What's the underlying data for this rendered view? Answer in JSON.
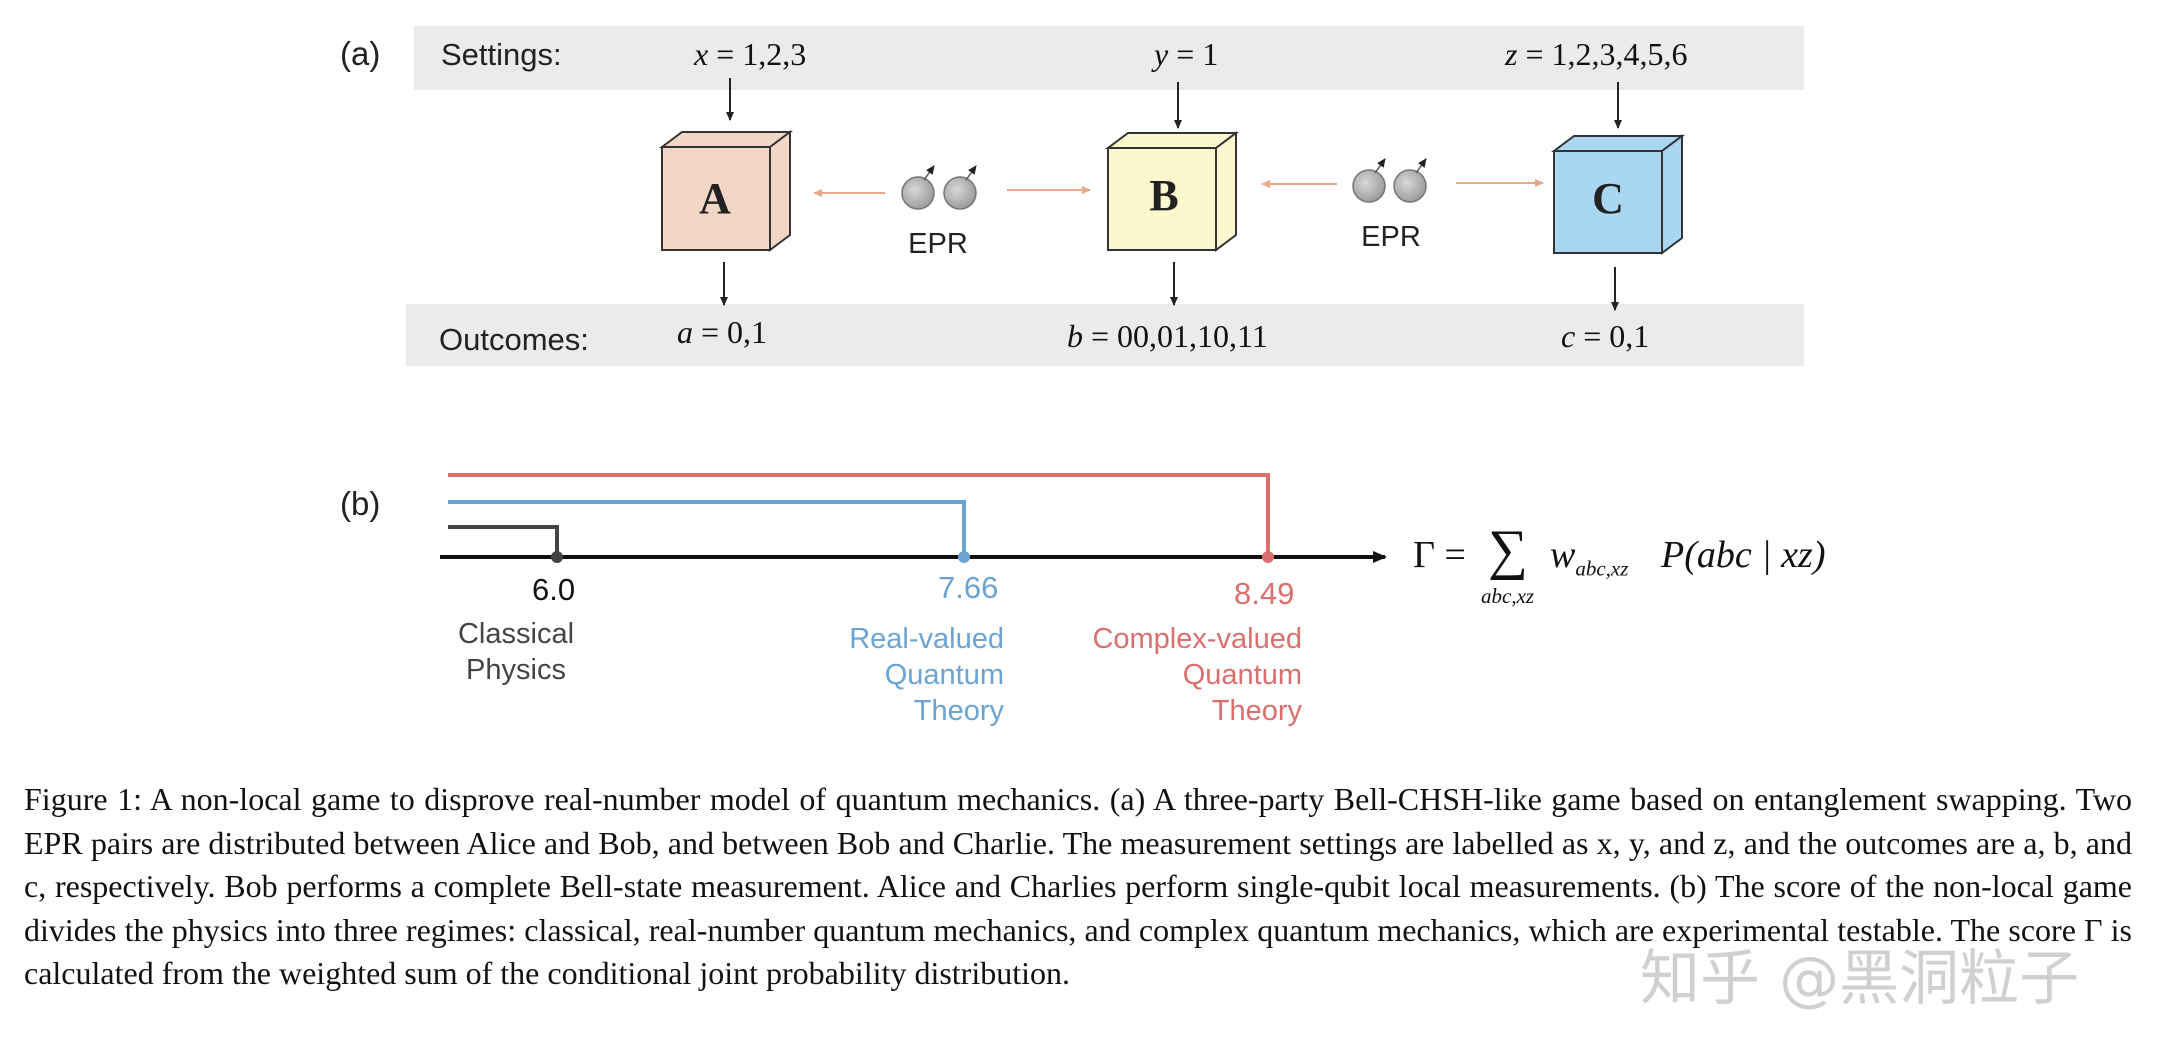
{
  "panel_a": {
    "label": "(a)",
    "settings_label": "Settings:",
    "outcomes_label": "Outcomes:",
    "setting_x": {
      "var": "x",
      "rest": " = 1,2,3"
    },
    "setting_y": {
      "var": "y",
      "rest": " = 1"
    },
    "setting_z": {
      "var": "z",
      "rest": " = 1,2,3,4,5,6"
    },
    "outcome_a": {
      "var": "a",
      "rest": " = 0,1"
    },
    "outcome_b": {
      "var": "b",
      "rest": " = 00,01,10,11"
    },
    "outcome_c": {
      "var": "c",
      "rest": " = 0,1"
    },
    "box_a": {
      "letter": "A",
      "color": "#f3d7c6"
    },
    "box_b": {
      "letter": "B",
      "color": "#fbf8cf"
    },
    "box_c": {
      "letter": "C",
      "color": "#a9d6f0"
    },
    "epr_left": "EPR",
    "epr_right": "EPR"
  },
  "panel_b": {
    "label": "(b)",
    "classical": {
      "value": "6.0",
      "line1": "Classical",
      "line2": "Physics",
      "color": "#444444"
    },
    "real": {
      "value": "7.66",
      "line1": "Real-valued",
      "line2": "Quantum",
      "line3": "Theory",
      "color": "#6ba4d2"
    },
    "complex": {
      "value": "8.49",
      "line1": "Complex-valued",
      "line2": "Quantum",
      "line3": "Theory",
      "color": "#d9706e"
    },
    "gamma": {
      "lhs": "Γ =",
      "sum": "∑",
      "sub": "abc,xz",
      "w": "w",
      "w_sub": "abc,xz",
      "p": "P(abc | xz)"
    }
  },
  "caption": {
    "label": "Figure 1:",
    "text": "A non-local game to disprove real-number model of quantum mechanics. (a) A three-party Bell-CHSH-like game based on entanglement swapping. Two EPR pairs are distributed between Alice and Bob, and between Bob and Charlie. The measurement settings are labelled as x, y, and z, and the outcomes are a, b, and c, respectively. Bob performs a complete Bell-state measurement. Alice and Charlies perform single-qubit local measurements. (b) The score of the non-local game divides the physics into three regimes: classical, real-number quantum mechanics, and complex quantum mechanics, which are experimental testable. The score Γ is calculated from the weighted sum of the conditional joint probability distribution."
  },
  "watermark": "知乎 @黑洞粒子"
}
